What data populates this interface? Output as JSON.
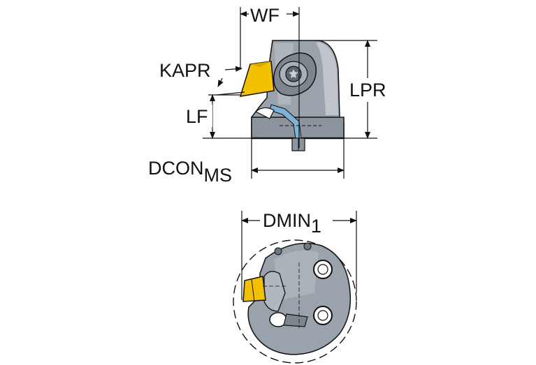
{
  "labels": {
    "wf": "WF",
    "kapr": "KAPR",
    "lf": "LF",
    "lpr": "LPR",
    "dcon": "DCON",
    "dcon_sub": "MS",
    "dmin": "DMIN",
    "dmin_sub": "1"
  },
  "colors": {
    "body": "#9aa3ab",
    "body_dark": "#6e7880",
    "body_light": "#c8cdd2",
    "insert": "#f2c200",
    "coolant": "#7fb2d6",
    "line": "#111111"
  }
}
